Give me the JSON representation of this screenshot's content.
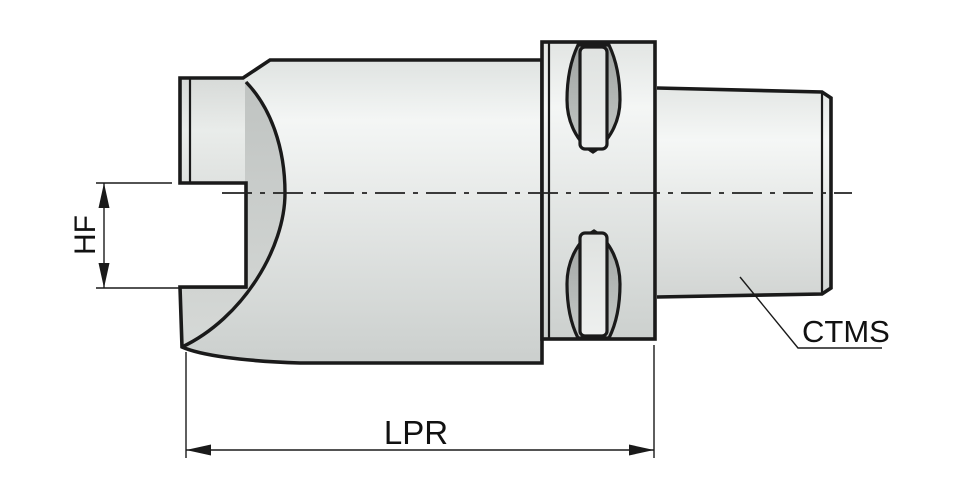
{
  "drawing": {
    "title": "tool-holder-adapter-technical-drawing",
    "labels": {
      "hf": "HF",
      "lpr": "LPR",
      "ctms": "CTMS"
    },
    "colors": {
      "background": "#ffffff",
      "outline": "#1a1a1a",
      "dimension_line": "#1a1a1a",
      "body_light": "#f4f6f5",
      "body_dark": "#cbcfcd",
      "front_face_gray": "#c4c8c6",
      "slot_wall_gray": "#a9adab",
      "text": "#111111"
    }
  }
}
